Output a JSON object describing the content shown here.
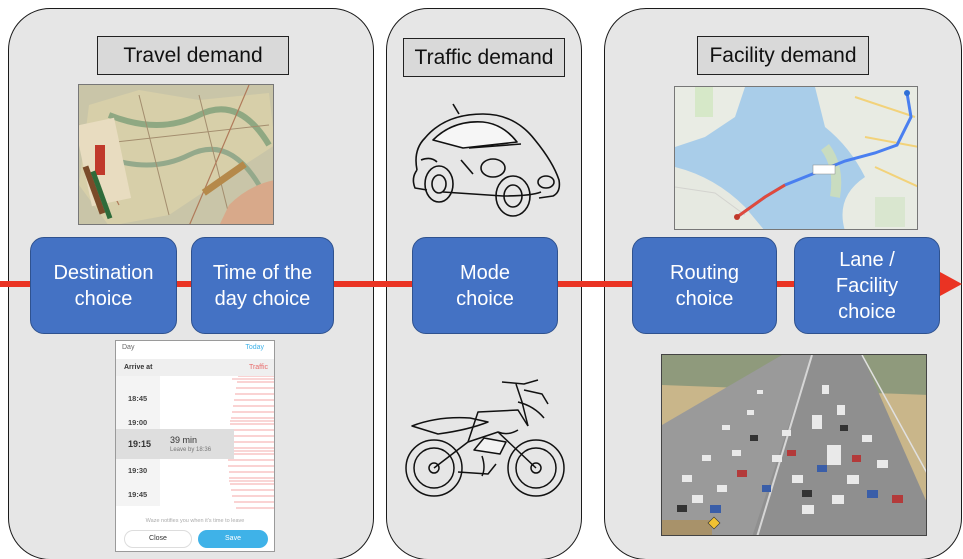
{
  "panels": {
    "travel": {
      "title": "Travel demand"
    },
    "traffic": {
      "title": "Traffic demand"
    },
    "facility": {
      "title": "Facility demand"
    }
  },
  "choices": {
    "destination": "Destination\nchoice",
    "time_of_day": "Time of the\nday choice",
    "mode": "Mode\nchoice",
    "routing": "Routing\nchoice",
    "lane_facility": "Lane /\nFacility\nchoice"
  },
  "waze": {
    "day_label": "Day",
    "day_value": "Today",
    "arrive_label": "Arrive at",
    "traffic_label": "Traffic",
    "times": [
      "18:45",
      "19:00",
      "19:15",
      "19:30",
      "19:45"
    ],
    "selected_time": "19:15",
    "duration": "39 min",
    "leave_by": "Leave by 18:36",
    "note": "Waze notifies you when it's time to leave",
    "close_label": "Close",
    "save_label": "Save"
  },
  "colors": {
    "panel_bg": "#e6e6e6",
    "choice_fill": "#4472c4",
    "arrow": "#ea3323",
    "waze_blue": "#3fb2e8"
  },
  "icons": {
    "car": "car-icon",
    "motorcycle": "motorcycle-icon"
  }
}
